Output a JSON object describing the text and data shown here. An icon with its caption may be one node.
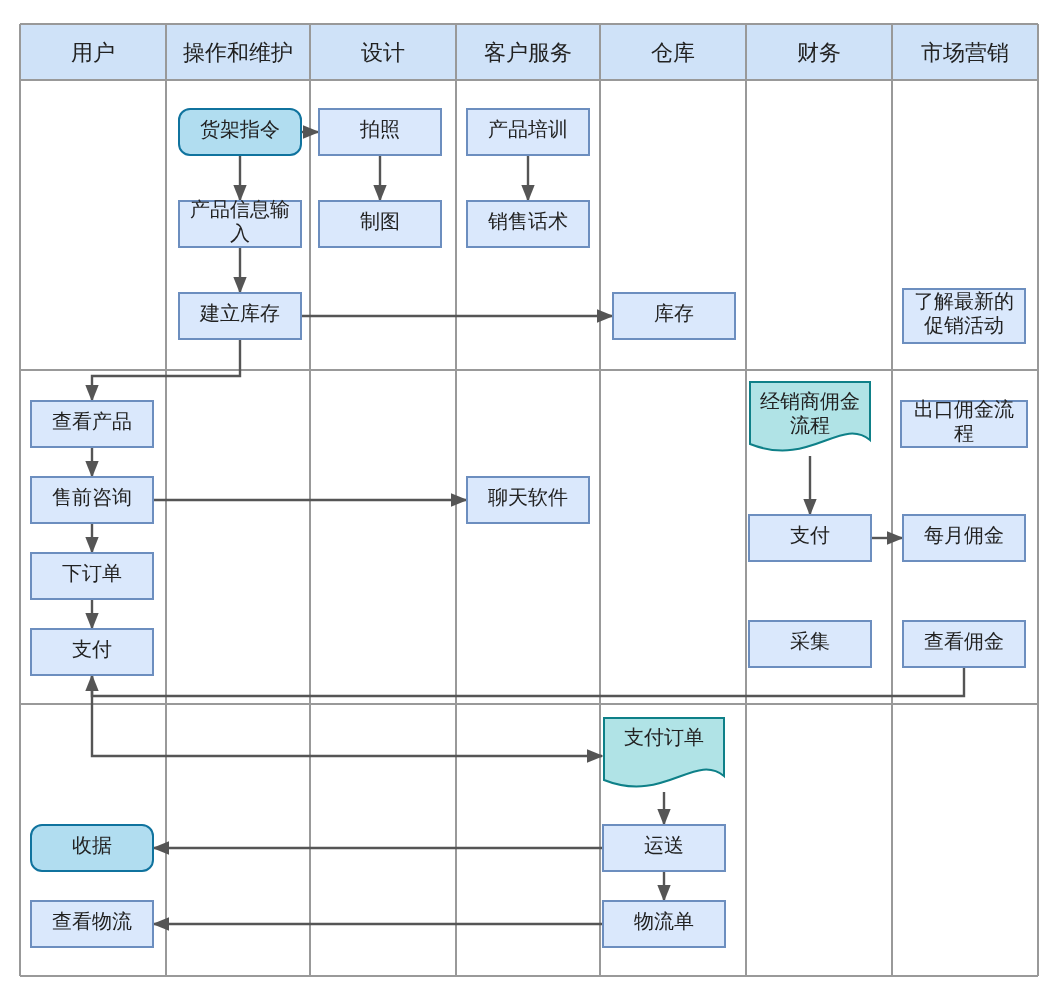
{
  "diagram": {
    "nodes": [
      {
        "text": [
          "货架指令"
        ]
      },
      {
        "text": [
          "产品信息输入"
        ]
      },
      {
        "text": [
          "建立库存"
        ]
      },
      {
        "text": [
          "拍照"
        ]
      },
      {
        "text": [
          "制图"
        ]
      },
      {
        "text": [
          "产品培训"
        ]
      },
      {
        "text": [
          "销售话术"
        ]
      },
      {
        "text": [
          "库存"
        ]
      },
      {
        "text": [
          "了解最新的促销活动"
        ]
      },
      {
        "text": [
          "查看产品"
        ]
      },
      {
        "text": [
          "售前咨询"
        ]
      },
      {
        "text": [
          "下订单"
        ]
      },
      {
        "text": [
          "支付"
        ]
      },
      {
        "text": [
          "聊天软件"
        ]
      },
      {
        "text": [
          "经销商佣金流程"
        ]
      },
      {
        "text": [
          "出口佣金流程"
        ]
      },
      {
        "text": [
          "支付"
        ]
      },
      {
        "text": [
          "每月佣金"
        ]
      },
      {
        "text": [
          "采集"
        ]
      },
      {
        "text": [
          "查看佣金"
        ]
      },
      {
        "text": [
          "支付订单"
        ]
      },
      {
        "text": [
          "运送"
        ]
      },
      {
        "text": [
          "收据"
        ]
      },
      {
        "text": [
          "物流单"
        ]
      },
      {
        "text": [
          "查看物流"
        ]
      }
    ],
    "edges": [
      {
        "from": 0,
        "to": 3,
        "arrow": "to"
      },
      {
        "from": 0,
        "to": 1,
        "arrow": "to"
      },
      {
        "from": 1,
        "to": 2,
        "arrow": "to"
      },
      {
        "from": 3,
        "to": 4,
        "arrow": "to"
      },
      {
        "from": 5,
        "to": 6,
        "arrow": "to"
      },
      {
        "from": 2,
        "to": 7,
        "arrow": "to"
      },
      {
        "from": 2,
        "to": 9,
        "arrow": "to"
      },
      {
        "from": 9,
        "to": 10,
        "arrow": "to"
      },
      {
        "from": 10,
        "to": 11,
        "arrow": "to"
      },
      {
        "from": 11,
        "to": 12,
        "arrow": "to"
      },
      {
        "from": 10,
        "to": 13,
        "arrow": "to"
      },
      {
        "from": 14,
        "to": 16,
        "arrow": "to"
      },
      {
        "from": 16,
        "to": 17,
        "arrow": "to"
      },
      {
        "from": 19,
        "to": 12,
        "arrow": "to"
      },
      {
        "from": 12,
        "to": 20,
        "arrow": "to"
      },
      {
        "from": 20,
        "to": 21,
        "arrow": "to"
      },
      {
        "from": 21,
        "to": 22,
        "arrow": "to"
      },
      {
        "from": 21,
        "to": 23,
        "arrow": "to"
      },
      {
        "from": 23,
        "to": 24,
        "arrow": "to"
      }
    ],
    "labels": [
      "用户",
      "操作和维护",
      "设计",
      "客户服务",
      "仓库",
      "财务",
      "市场营销"
    ]
  }
}
